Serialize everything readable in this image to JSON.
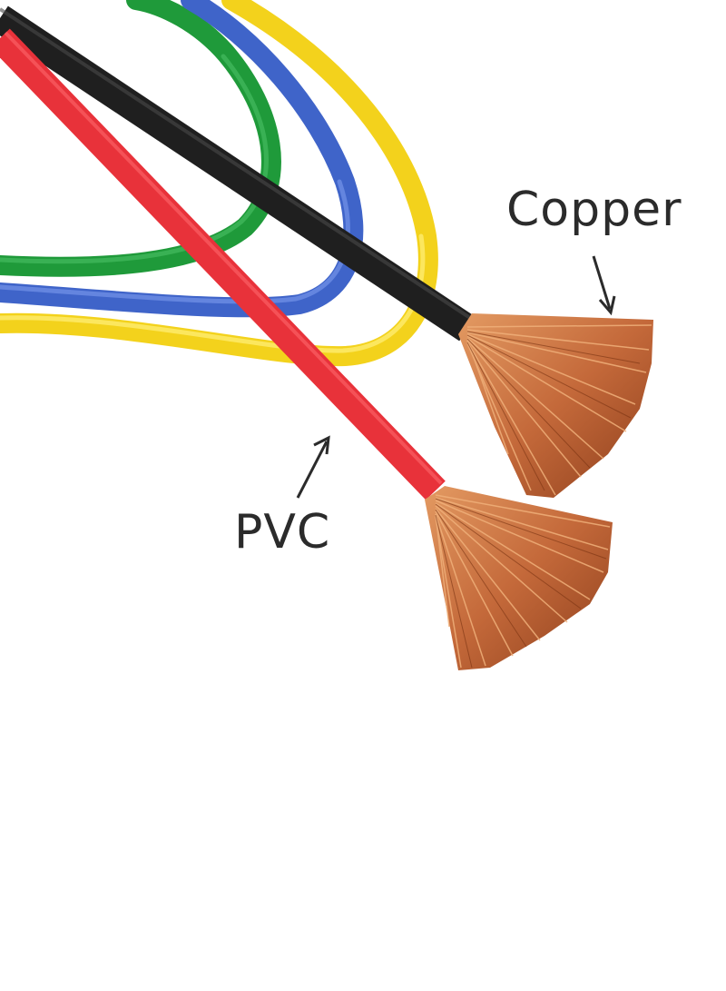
{
  "labels": {
    "copper": "Copper",
    "pvc": "PVC"
  },
  "colors": {
    "background": "#ffffff",
    "wire_black": "#1f1f1f",
    "wire_red": "#e8323a",
    "wire_green": "#1f9a3a",
    "wire_blue": "#3f64c9",
    "wire_yellow": "#f3d21c",
    "copper": "#c8703a",
    "label_text": "#2b2b2b"
  },
  "wires": [
    "black",
    "red",
    "green",
    "blue",
    "yellow"
  ]
}
